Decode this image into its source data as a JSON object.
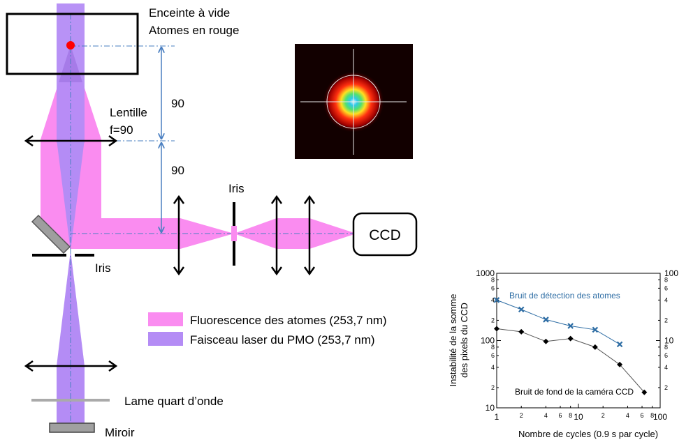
{
  "setup": {
    "chamber_label_1": "Enceinte à vide",
    "chamber_label_2": "Atomes en rouge",
    "distance_top": "90",
    "distance_bottom": "90",
    "lens_label_1": "Lentille",
    "lens_label_2": "f=90",
    "iris_top_label": "Iris",
    "iris_left_label": "Iris",
    "ccd_label": "CCD",
    "legend": {
      "fluo": "Fluorescence des atomes (253,7 nm)",
      "laser": "Faisceau laser du PMO (253,7 nm)"
    },
    "waveplate_label": "Lame quart d’onde",
    "mirror_label": "Miroir",
    "colors": {
      "fluorescence": "#fa8cf0",
      "laser": "#b48cf5",
      "dimension": "#4a7fc1",
      "atoms": "#ff0000"
    }
  },
  "chart_data": {
    "type": "line",
    "xlabel": "Nombre de cycles (0.9 s par cycle)",
    "ylabel_1": "Instabilité de la somme",
    "ylabel_2": "des pixels du CCD",
    "x_scale": "log",
    "y_scale": "log",
    "xlim": [
      1,
      100
    ],
    "ylim": [
      10,
      1000
    ],
    "x_ticks": [
      {
        "v": 1,
        "l": "1"
      },
      {
        "v": 2,
        "l": "2"
      },
      {
        "v": 4,
        "l": "4"
      },
      {
        "v": 6,
        "l": "6"
      },
      {
        "v": 8,
        "l": "8"
      },
      {
        "v": 10,
        "l": "10"
      },
      {
        "v": 20,
        "l": "2"
      },
      {
        "v": 40,
        "l": "4"
      },
      {
        "v": 60,
        "l": "6"
      },
      {
        "v": 80,
        "l": "8"
      },
      {
        "v": 100,
        "l": "100"
      }
    ],
    "y_ticks_left": [
      {
        "v": 10,
        "l": "10"
      },
      {
        "v": 20,
        "l": "2"
      },
      {
        "v": 40,
        "l": "4"
      },
      {
        "v": 60,
        "l": "6"
      },
      {
        "v": 80,
        "l": "8"
      },
      {
        "v": 100,
        "l": "100"
      },
      {
        "v": 200,
        "l": "2"
      },
      {
        "v": 400,
        "l": "4"
      },
      {
        "v": 600,
        "l": "6"
      },
      {
        "v": 800,
        "l": "8"
      },
      {
        "v": 1000,
        "l": "1000"
      }
    ],
    "y_ticks_right": [
      {
        "v": 20,
        "l": "2"
      },
      {
        "v": 40,
        "l": "4"
      },
      {
        "v": 60,
        "l": "6"
      },
      {
        "v": 80,
        "l": "8"
      },
      {
        "v": 100,
        "l": "10"
      },
      {
        "v": 200,
        "l": "2"
      },
      {
        "v": 400,
        "l": "4"
      },
      {
        "v": 600,
        "l": "6"
      },
      {
        "v": 800,
        "l": "8"
      },
      {
        "v": 1000,
        "l": "100"
      }
    ],
    "series": [
      {
        "name": "Bruit de détection des atomes",
        "color": "#2e6da4",
        "marker": "x",
        "x": [
          1,
          2,
          4,
          8,
          16,
          32
        ],
        "y": [
          400,
          290,
          205,
          165,
          145,
          88
        ]
      },
      {
        "name": "Bruit de fond de la caméra CCD",
        "color": "#000000",
        "marker": "diamond",
        "x": [
          1,
          2,
          4,
          8,
          16,
          32,
          64
        ],
        "y": [
          150,
          135,
          97,
          107,
          80,
          44,
          17
        ]
      }
    ]
  }
}
